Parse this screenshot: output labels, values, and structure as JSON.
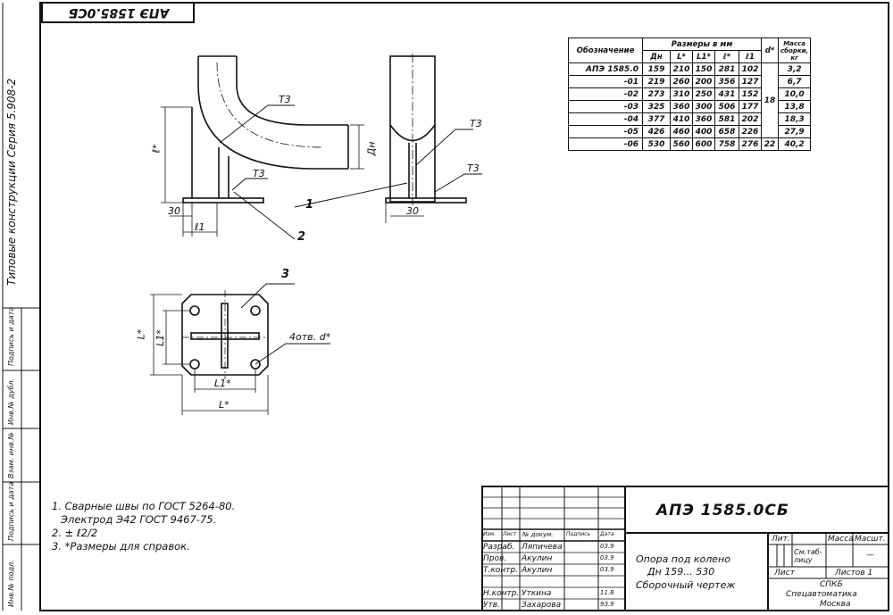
{
  "stamp_code": "АПЭ 1585.0СБ",
  "side_series": "Типовые конструкции  Серия 5.908-2",
  "side_columns": [
    "Подпись и дата",
    "Инв.№ дубл.",
    "Взам. инв.№",
    "Подпись и дата",
    "Инв.№ подл."
  ],
  "drawing_labels": {
    "t3_1": "Т3",
    "t3_2": "Т3",
    "t3_3": "Т3",
    "t3_4": "Т3",
    "dn": "Дн",
    "l_star": "ℓ*",
    "dim30a": "30",
    "dim30b": "30",
    "l1_small": "ℓ1",
    "pos1": "1",
    "pos2": "2",
    "pos3": "3",
    "holes": "4отв. d*",
    "L_vert": "L*",
    "L1_vert": "L1*",
    "L1_horiz": "L1*",
    "L_horiz": "L*"
  },
  "table": {
    "col_designation": "Обозначение",
    "group_dims": "Размеры в мм",
    "col_mass": "Масса сборки, кг",
    "col_dn": "Дн",
    "col_L": "L*",
    "col_L1": "L1*",
    "col_l": "ℓ*",
    "col_l1": "ℓ1",
    "col_d": "d*",
    "rows": [
      {
        "des": "АПЭ 1585.0",
        "dn": "159",
        "L": "210",
        "L1": "150",
        "l": "281",
        "l1": "102",
        "mass": "3,2"
      },
      {
        "des": "-01",
        "dn": "219",
        "L": "260",
        "L1": "200",
        "l": "356",
        "l1": "127",
        "mass": "6,7"
      },
      {
        "des": "-02",
        "dn": "273",
        "L": "310",
        "L1": "250",
        "l": "431",
        "l1": "152",
        "mass": "10,0"
      },
      {
        "des": "-03",
        "dn": "325",
        "L": "360",
        "L1": "300",
        "l": "506",
        "l1": "177",
        "mass": "13,8"
      },
      {
        "des": "-04",
        "dn": "377",
        "L": "410",
        "L1": "360",
        "l": "581",
        "l1": "202",
        "mass": "18,3"
      },
      {
        "des": "-05",
        "dn": "426",
        "L": "460",
        "L1": "400",
        "l": "658",
        "l1": "226",
        "mass": "27,9"
      },
      {
        "des": "-06",
        "dn": "530",
        "L": "560",
        "L1": "600",
        "l": "758",
        "l1": "276",
        "mass": "40,2"
      }
    ],
    "d_merged": "18",
    "d_last": "22"
  },
  "notes": [
    "1. Сварные швы по ГОСТ 5264-80.",
    "Электрод Э42 ГОСТ 9467-75.",
    "2.  ± ℓ2/2",
    "3. *Размеры для справок."
  ],
  "title_block": {
    "code": "АПЭ 1585.0СБ",
    "name1": "Опора под колено",
    "name2": "Дн 159... 530",
    "name3": "Сборочный чертеж",
    "lit": "Лит.",
    "mass": "Масса",
    "scale": "Масшт.",
    "mass_val": "См.таб-лицу",
    "scale_val": "—",
    "sheet": "Лист",
    "sheets": "Листов 1",
    "org1": "СПКБ",
    "org2": "Спецавтоматика",
    "org3": "Москва",
    "hdr": [
      "Изм.",
      "Лист",
      "№ докум.",
      "Подпись",
      "Дата"
    ],
    "people": [
      {
        "role": "Разраб.",
        "name": "Ляпичева",
        "date": "03.9"
      },
      {
        "role": "Пров.",
        "name": "Акулин",
        "date": "03.9"
      },
      {
        "role": "Т.контр.",
        "name": "Акулин",
        "date": "03.9"
      },
      {
        "role": "",
        "name": "",
        "date": ""
      },
      {
        "role": "Н.контр.",
        "name": "Уткина",
        "date": "11.8"
      },
      {
        "role": "Утв.",
        "name": "Захарова",
        "date": "93.9"
      }
    ]
  }
}
